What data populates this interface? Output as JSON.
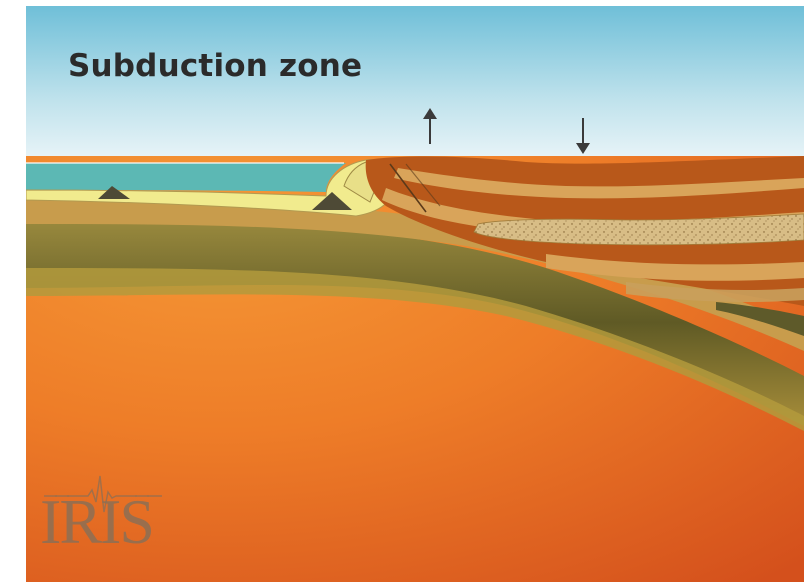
{
  "title": "Subduction zone",
  "logo": {
    "text": "IRIS"
  },
  "colors": {
    "sky_top": "#7ec6dc",
    "sky_bottom": "#f3f8fa",
    "ocean": "#5cb8b4",
    "coastal_sediment": "#f1eb8e",
    "oceanic_crust": "#c59a4a",
    "lithosphere": "#6f6a2c",
    "continental_brown": "#b5581a",
    "continental_tan": "#d9a45a",
    "sandy_layer": "#d8bd86",
    "mantle_light": "#f08a2c",
    "mantle_dark": "#d9561e",
    "arrow": "#3a3a3a"
  },
  "annotations": {
    "uplift_arrow": "arrow-up",
    "subsidence_arrow": "arrow-down"
  }
}
